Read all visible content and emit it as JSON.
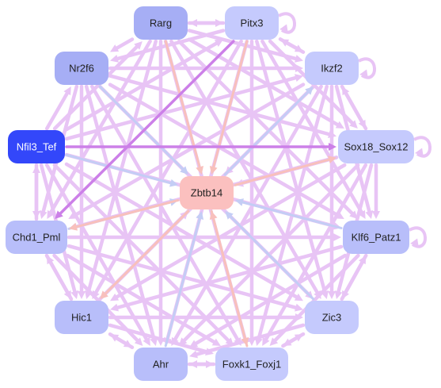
{
  "colors": {
    "edge_default": "#e8c4f5",
    "edge_strong": "#cc80e8",
    "edge_blue": "#c4cdf5",
    "edge_salmon": "#f8c0bc",
    "node_default": "#c5cafd",
    "node_medium": "#a6aef5",
    "node_highlight": "#3347fa",
    "node_center": "#fbc0bf",
    "label_default": "#222222",
    "label_light": "#ffffff"
  },
  "nodes": [
    {
      "id": "rarg",
      "label": "Rarg",
      "fill": "#a6aef5",
      "text": "#222222"
    },
    {
      "id": "pitx3",
      "label": "Pitx3",
      "fill": "#c5cafd",
      "text": "#222222"
    },
    {
      "id": "nr2f6",
      "label": "Nr2f6",
      "fill": "#a6aef5",
      "text": "#222222"
    },
    {
      "id": "ikzf2",
      "label": "Ikzf2",
      "fill": "#c5cafd",
      "text": "#222222"
    },
    {
      "id": "nfil3-tef",
      "label": "Nfil3_Tef",
      "fill": "#3347fa",
      "text": "#ffffff"
    },
    {
      "id": "sox18-sox12",
      "label": "Sox18_Sox12",
      "fill": "#c5cafd",
      "text": "#222222"
    },
    {
      "id": "zbtb14",
      "label": "Zbtb14",
      "fill": "#fbc0bf",
      "text": "#222222"
    },
    {
      "id": "chd1-pml",
      "label": "Chd1_Pml",
      "fill": "#b8befa",
      "text": "#222222"
    },
    {
      "id": "klf6-patz1",
      "label": "Klf6_Patz1",
      "fill": "#b8befa",
      "text": "#222222"
    },
    {
      "id": "hic1",
      "label": "Hic1",
      "fill": "#b8befa",
      "text": "#222222"
    },
    {
      "id": "zic3",
      "label": "Zic3",
      "fill": "#c5cafd",
      "text": "#222222"
    },
    {
      "id": "ahr",
      "label": "Ahr",
      "fill": "#b8befa",
      "text": "#222222"
    },
    {
      "id": "foxk1-foxj1",
      "label": "Foxk1_Foxj1",
      "fill": "#c5cafd",
      "text": "#222222"
    }
  ],
  "edges": [
    {
      "from": "nfil3-tef",
      "to": "zbtb14",
      "style": "blue"
    },
    {
      "from": "chd1-pml",
      "to": "zbtb14",
      "style": "blue"
    },
    {
      "from": "klf6-patz1",
      "to": "zbtb14",
      "style": "blue"
    },
    {
      "from": "ahr",
      "to": "zbtb14",
      "style": "blue"
    },
    {
      "from": "zic3",
      "to": "zbtb14",
      "style": "blue"
    },
    {
      "from": "nr2f6",
      "to": "zbtb14",
      "style": "blue"
    },
    {
      "from": "rarg",
      "to": "zbtb14",
      "style": "salmon"
    },
    {
      "from": "pitx3",
      "to": "zbtb14",
      "style": "salmon"
    },
    {
      "from": "foxk1-foxj1",
      "to": "zbtb14",
      "style": "salmon"
    },
    {
      "from": "hic1",
      "to": "zbtb14",
      "style": "default"
    },
    {
      "from": "sox18-sox12",
      "to": "zbtb14",
      "style": "default"
    },
    {
      "from": "ikzf2",
      "to": "zbtb14",
      "style": "default"
    },
    {
      "from": "zbtb14",
      "to": "sox18-sox12",
      "style": "salmon"
    },
    {
      "from": "zbtb14",
      "to": "chd1-pml",
      "style": "salmon"
    },
    {
      "from": "zbtb14",
      "to": "hic1",
      "style": "salmon"
    },
    {
      "from": "zbtb14",
      "to": "ikzf2",
      "style": "blue"
    },
    {
      "from": "zbtb14",
      "to": "foxk1-foxj1",
      "style": "salmon"
    },
    {
      "from": "pitx3",
      "to": "chd1-pml",
      "style": "strong"
    },
    {
      "from": "nfil3-tef",
      "to": "sox18-sox12",
      "style": "strong"
    },
    {
      "from": "nfil3-tef",
      "to": "nr2f6",
      "style": "default"
    },
    {
      "from": "nfil3-tef",
      "to": "rarg",
      "style": "default"
    },
    {
      "from": "nfil3-tef",
      "to": "pitx3",
      "style": "default"
    },
    {
      "from": "nfil3-tef",
      "to": "ikzf2",
      "style": "default"
    },
    {
      "from": "nfil3-tef",
      "to": "chd1-pml",
      "style": "default"
    },
    {
      "from": "chd1-pml",
      "to": "nfil3-tef",
      "style": "default"
    },
    {
      "from": "nfil3-tef",
      "to": "hic1",
      "style": "default"
    },
    {
      "from": "nfil3-tef",
      "to": "ahr",
      "style": "default"
    },
    {
      "from": "nfil3-tef",
      "to": "klf6-patz1",
      "style": "default"
    },
    {
      "from": "nfil3-tef",
      "to": "zic3",
      "style": "default"
    },
    {
      "from": "nfil3-tef",
      "to": "foxk1-foxj1",
      "style": "default"
    },
    {
      "from": "rarg",
      "to": "pitx3",
      "style": "default"
    },
    {
      "from": "pitx3",
      "to": "rarg",
      "style": "default"
    },
    {
      "from": "rarg",
      "to": "nr2f6",
      "style": "default"
    },
    {
      "from": "rarg",
      "to": "ikzf2",
      "style": "default"
    },
    {
      "from": "rarg",
      "to": "sox18-sox12",
      "style": "default"
    },
    {
      "from": "rarg",
      "to": "chd1-pml",
      "style": "default"
    },
    {
      "from": "rarg",
      "to": "klf6-patz1",
      "style": "default"
    },
    {
      "from": "rarg",
      "to": "hic1",
      "style": "default"
    },
    {
      "from": "rarg",
      "to": "zic3",
      "style": "default"
    },
    {
      "from": "rarg",
      "to": "ahr",
      "style": "default"
    },
    {
      "from": "rarg",
      "to": "foxk1-foxj1",
      "style": "default"
    },
    {
      "from": "pitx3",
      "to": "nr2f6",
      "style": "default"
    },
    {
      "from": "pitx3",
      "to": "ikzf2",
      "style": "default"
    },
    {
      "from": "ikzf2",
      "to": "pitx3",
      "style": "default"
    },
    {
      "from": "pitx3",
      "to": "sox18-sox12",
      "style": "default"
    },
    {
      "from": "pitx3",
      "to": "klf6-patz1",
      "style": "default"
    },
    {
      "from": "pitx3",
      "to": "hic1",
      "style": "default"
    },
    {
      "from": "pitx3",
      "to": "zic3",
      "style": "default"
    },
    {
      "from": "pitx3",
      "to": "ahr",
      "style": "default"
    },
    {
      "from": "pitx3",
      "to": "foxk1-foxj1",
      "style": "default"
    },
    {
      "from": "nr2f6",
      "to": "ikzf2",
      "style": "default"
    },
    {
      "from": "nr2f6",
      "to": "sox18-sox12",
      "style": "default"
    },
    {
      "from": "nr2f6",
      "to": "chd1-pml",
      "style": "default"
    },
    {
      "from": "nr2f6",
      "to": "klf6-patz1",
      "style": "default"
    },
    {
      "from": "nr2f6",
      "to": "hic1",
      "style": "default"
    },
    {
      "from": "nr2f6",
      "to": "zic3",
      "style": "default"
    },
    {
      "from": "nr2f6",
      "to": "ahr",
      "style": "default"
    },
    {
      "from": "nr2f6",
      "to": "foxk1-foxj1",
      "style": "default"
    },
    {
      "from": "ikzf2",
      "to": "sox18-sox12",
      "style": "default"
    },
    {
      "from": "sox18-sox12",
      "to": "ikzf2",
      "style": "default"
    },
    {
      "from": "ikzf2",
      "to": "chd1-pml",
      "style": "default"
    },
    {
      "from": "ikzf2",
      "to": "klf6-patz1",
      "style": "default"
    },
    {
      "from": "ikzf2",
      "to": "hic1",
      "style": "default"
    },
    {
      "from": "ikzf2",
      "to": "zic3",
      "style": "default"
    },
    {
      "from": "ikzf2",
      "to": "ahr",
      "style": "default"
    },
    {
      "from": "ikzf2",
      "to": "foxk1-foxj1",
      "style": "default"
    },
    {
      "from": "sox18-sox12",
      "to": "chd1-pml",
      "style": "default"
    },
    {
      "from": "sox18-sox12",
      "to": "klf6-patz1",
      "style": "default"
    },
    {
      "from": "sox18-sox12",
      "to": "hic1",
      "style": "default"
    },
    {
      "from": "sox18-sox12",
      "to": "zic3",
      "style": "default"
    },
    {
      "from": "sox18-sox12",
      "to": "ahr",
      "style": "default"
    },
    {
      "from": "sox18-sox12",
      "to": "foxk1-foxj1",
      "style": "default"
    },
    {
      "from": "chd1-pml",
      "to": "klf6-patz1",
      "style": "default"
    },
    {
      "from": "chd1-pml",
      "to": "hic1",
      "style": "default"
    },
    {
      "from": "hic1",
      "to": "chd1-pml",
      "style": "default"
    },
    {
      "from": "chd1-pml",
      "to": "zic3",
      "style": "default"
    },
    {
      "from": "chd1-pml",
      "to": "ahr",
      "style": "default"
    },
    {
      "from": "chd1-pml",
      "to": "foxk1-foxj1",
      "style": "default"
    },
    {
      "from": "klf6-patz1",
      "to": "hic1",
      "style": "default"
    },
    {
      "from": "klf6-patz1",
      "to": "zic3",
      "style": "default"
    },
    {
      "from": "zic3",
      "to": "klf6-patz1",
      "style": "default"
    },
    {
      "from": "klf6-patz1",
      "to": "ahr",
      "style": "default"
    },
    {
      "from": "klf6-patz1",
      "to": "foxk1-foxj1",
      "style": "default"
    },
    {
      "from": "hic1",
      "to": "zic3",
      "style": "default"
    },
    {
      "from": "hic1",
      "to": "ahr",
      "style": "default"
    },
    {
      "from": "ahr",
      "to": "hic1",
      "style": "default"
    },
    {
      "from": "hic1",
      "to": "foxk1-foxj1",
      "style": "default"
    },
    {
      "from": "zic3",
      "to": "ahr",
      "style": "default"
    },
    {
      "from": "zic3",
      "to": "foxk1-foxj1",
      "style": "default"
    },
    {
      "from": "foxk1-foxj1",
      "to": "zic3",
      "style": "default"
    },
    {
      "from": "ahr",
      "to": "foxk1-foxj1",
      "style": "default"
    },
    {
      "from": "foxk1-foxj1",
      "to": "ahr",
      "style": "default"
    }
  ],
  "self_loops": [
    "pitx3",
    "ikzf2",
    "sox18-sox12",
    "klf6-patz1"
  ]
}
